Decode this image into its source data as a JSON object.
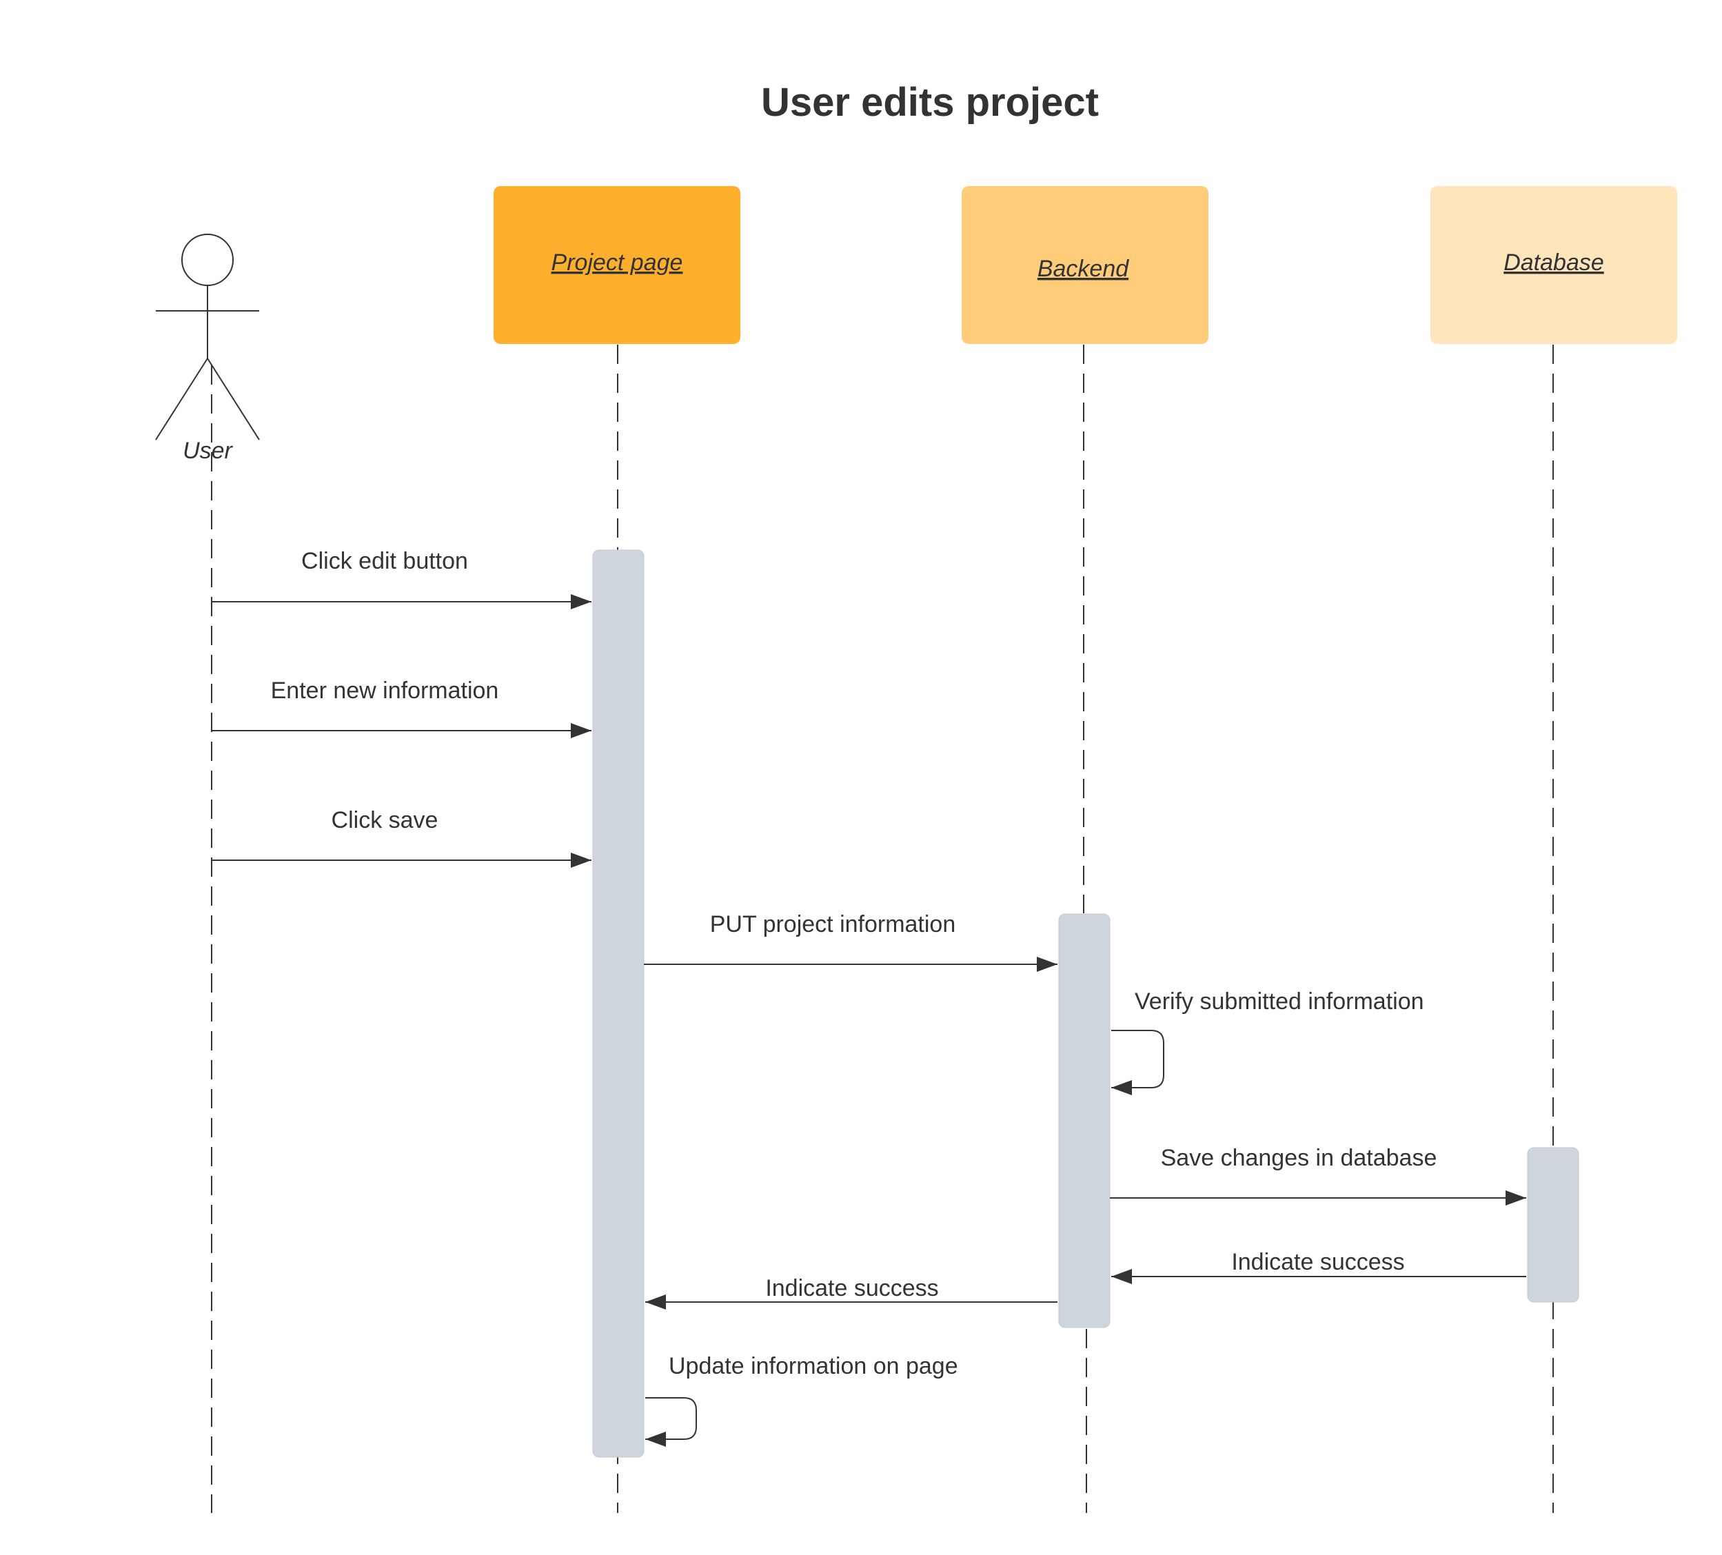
{
  "title": "User edits project",
  "actor": {
    "label": "User"
  },
  "participants": [
    {
      "id": "project-page",
      "label": "Project page",
      "color": "#ffaf2e"
    },
    {
      "id": "backend",
      "label": "Backend",
      "color": "#ffcd7a"
    },
    {
      "id": "database",
      "label": "Database",
      "color": "#ffe5bb"
    }
  ],
  "activation_color": "#cfd5dd",
  "line_color": "#333333",
  "messages": [
    {
      "from": "user",
      "to": "project-page",
      "label": "Click edit button"
    },
    {
      "from": "user",
      "to": "project-page",
      "label": "Enter new information"
    },
    {
      "from": "user",
      "to": "project-page",
      "label": "Click save"
    },
    {
      "from": "project-page",
      "to": "backend",
      "label": "PUT project information"
    },
    {
      "from": "backend",
      "to": "backend",
      "label": "Verify submitted information"
    },
    {
      "from": "backend",
      "to": "database",
      "label": "Save changes in database"
    },
    {
      "from": "database",
      "to": "backend",
      "label": "Indicate success"
    },
    {
      "from": "backend",
      "to": "project-page",
      "label": "Indicate success"
    },
    {
      "from": "project-page",
      "to": "project-page",
      "label": "Update information on page"
    }
  ]
}
